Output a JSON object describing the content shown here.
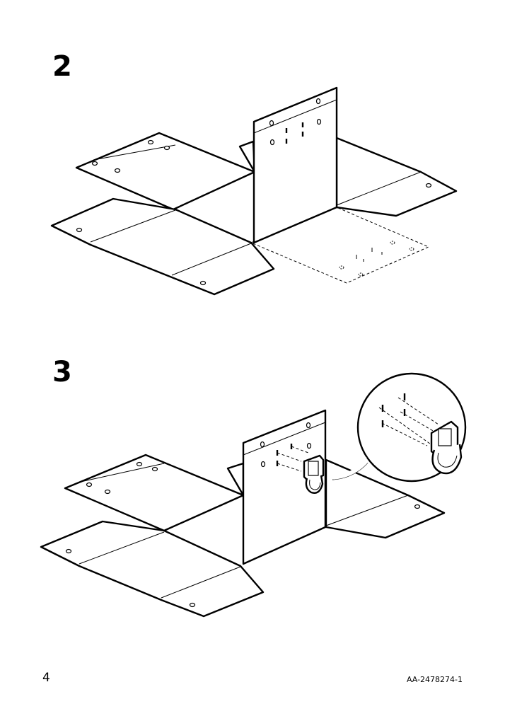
{
  "steps": [
    {
      "number": "2"
    },
    {
      "number": "3"
    }
  ],
  "footer": {
    "page_number": "4",
    "document_code": "AA-2478274-1"
  }
}
